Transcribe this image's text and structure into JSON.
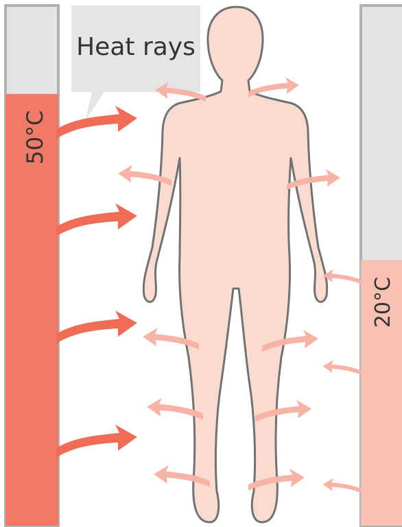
{
  "callout": {
    "text": "Heat rays"
  },
  "left_wall": {
    "temperature": "50°C",
    "fill_color": "#f07a67",
    "fill_fraction": 0.83
  },
  "right_wall": {
    "temperature": "20°C",
    "fill_color": "#f9c1b4",
    "fill_fraction": 0.51
  },
  "colors": {
    "wall_empty": "#e2e3e4",
    "wall_border": "#aeb0b2",
    "body_fill": "#f9dccf",
    "body_outline": "#707274",
    "incoming_ray": "#ef6c57",
    "outgoing_ray": "#f6b3a6",
    "callout_bg": "#e4e5e6"
  }
}
